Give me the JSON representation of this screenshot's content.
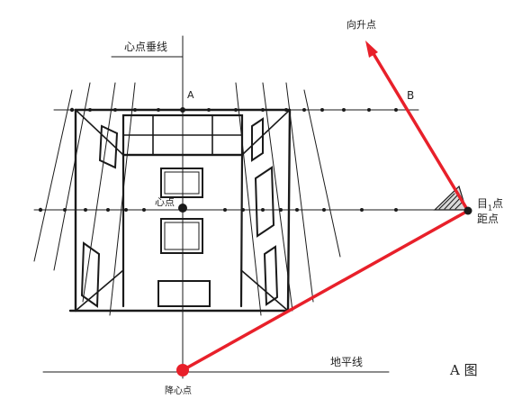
{
  "labels": {
    "vertical_line": "心点垂线",
    "point_a": "A",
    "point_b": "B",
    "center_point": "心点",
    "eye_point": "目",
    "eye_point_sub": "1",
    "eye_point_suffix": "点",
    "distance_point": "距点",
    "rise_point": "向升点",
    "ground_line": "地平线",
    "descent_center_point": "降心点",
    "figure_caption": "A 图"
  },
  "colors": {
    "ink": "#1a1a1a",
    "highlight": "#e8202a"
  }
}
